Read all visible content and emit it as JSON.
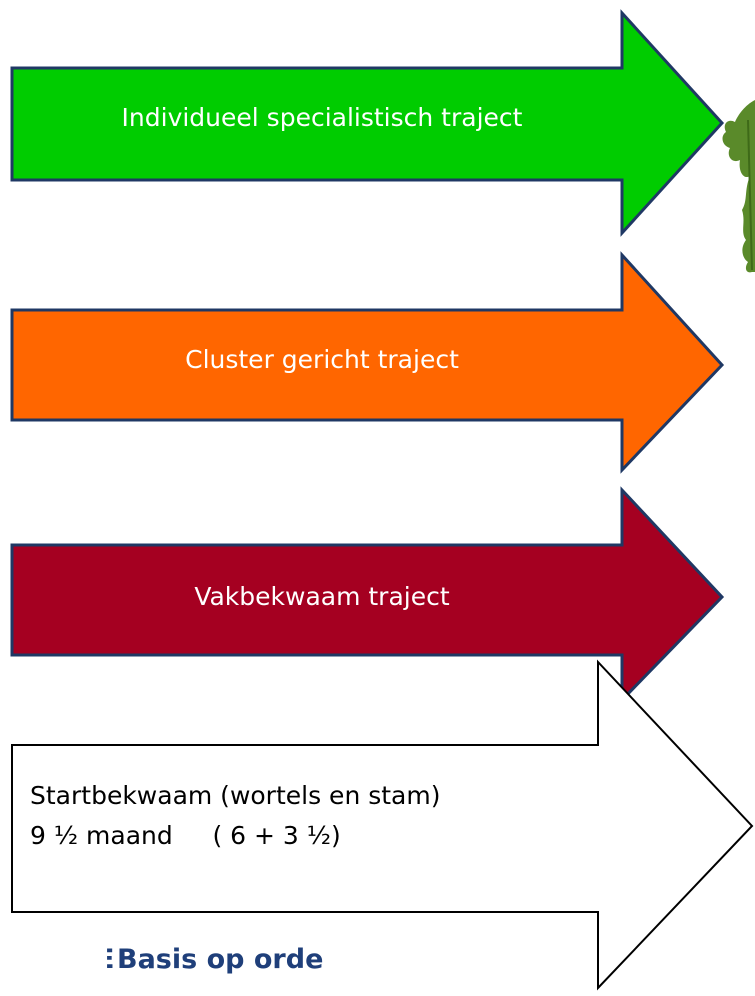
{
  "colors": {
    "green": "#00cc00",
    "orange": "#ff6600",
    "red": "#a50021",
    "outline": "#1f3864",
    "white": "#ffffff",
    "leaf": "#5a8a2a",
    "basis_text": "#1f3f7a"
  },
  "arrows": [
    {
      "label": "Individueel specialistisch traject",
      "color": "green"
    },
    {
      "label": "Cluster gericht traject",
      "color": "orange"
    },
    {
      "label": "Vakbekwaam traject",
      "color": "red"
    }
  ],
  "start_arrow": {
    "line1": "Startbekwaam (wortels en stam)",
    "line2": "9 ½ maand     ( 6 + 3 ½)"
  },
  "bottom": {
    "partial_glyph": "E",
    "text": "Basis op orde"
  },
  "decoration": {
    "icon": "oak-leaf-icon"
  }
}
